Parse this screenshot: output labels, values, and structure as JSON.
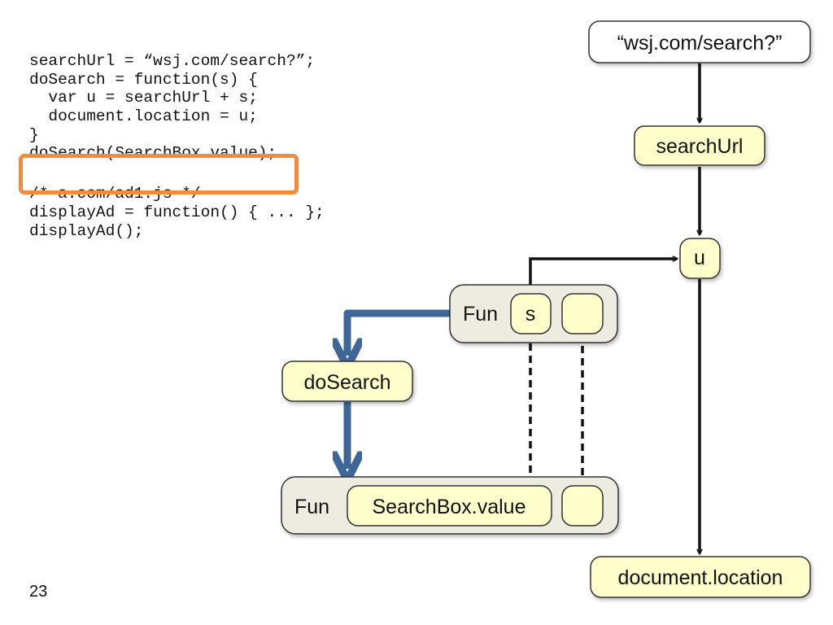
{
  "code": {
    "lines": [
      "searchUrl = “wsj.com/search?”;",
      "doSearch = function(s) {",
      "  var u = searchUrl + s;",
      "  document.location = u;",
      "}",
      "doSearch(SearchBox.value);",
      "",
      "/* a.com/ad1.js */",
      "displayAd = function() { ... };",
      "displayAd();"
    ],
    "highlighted_line": "doSearch(SearchBox.value);"
  },
  "diagram": {
    "nodes": {
      "wsj_string": "“wsj.com/search?”",
      "search_url": "searchUrl",
      "u": "u",
      "fun_top_label": "Fun",
      "fun_top_param": "s",
      "do_search": "doSearch",
      "fun_bottom_label": "Fun",
      "search_box_value": "SearchBox.value",
      "document_location": "document.location"
    },
    "colors": {
      "node_fill": "#ffffcc",
      "container_fill": "#eeece1",
      "blue_arrow": "#3e6696",
      "highlight": "#f28c3c"
    }
  },
  "page_number": "23"
}
